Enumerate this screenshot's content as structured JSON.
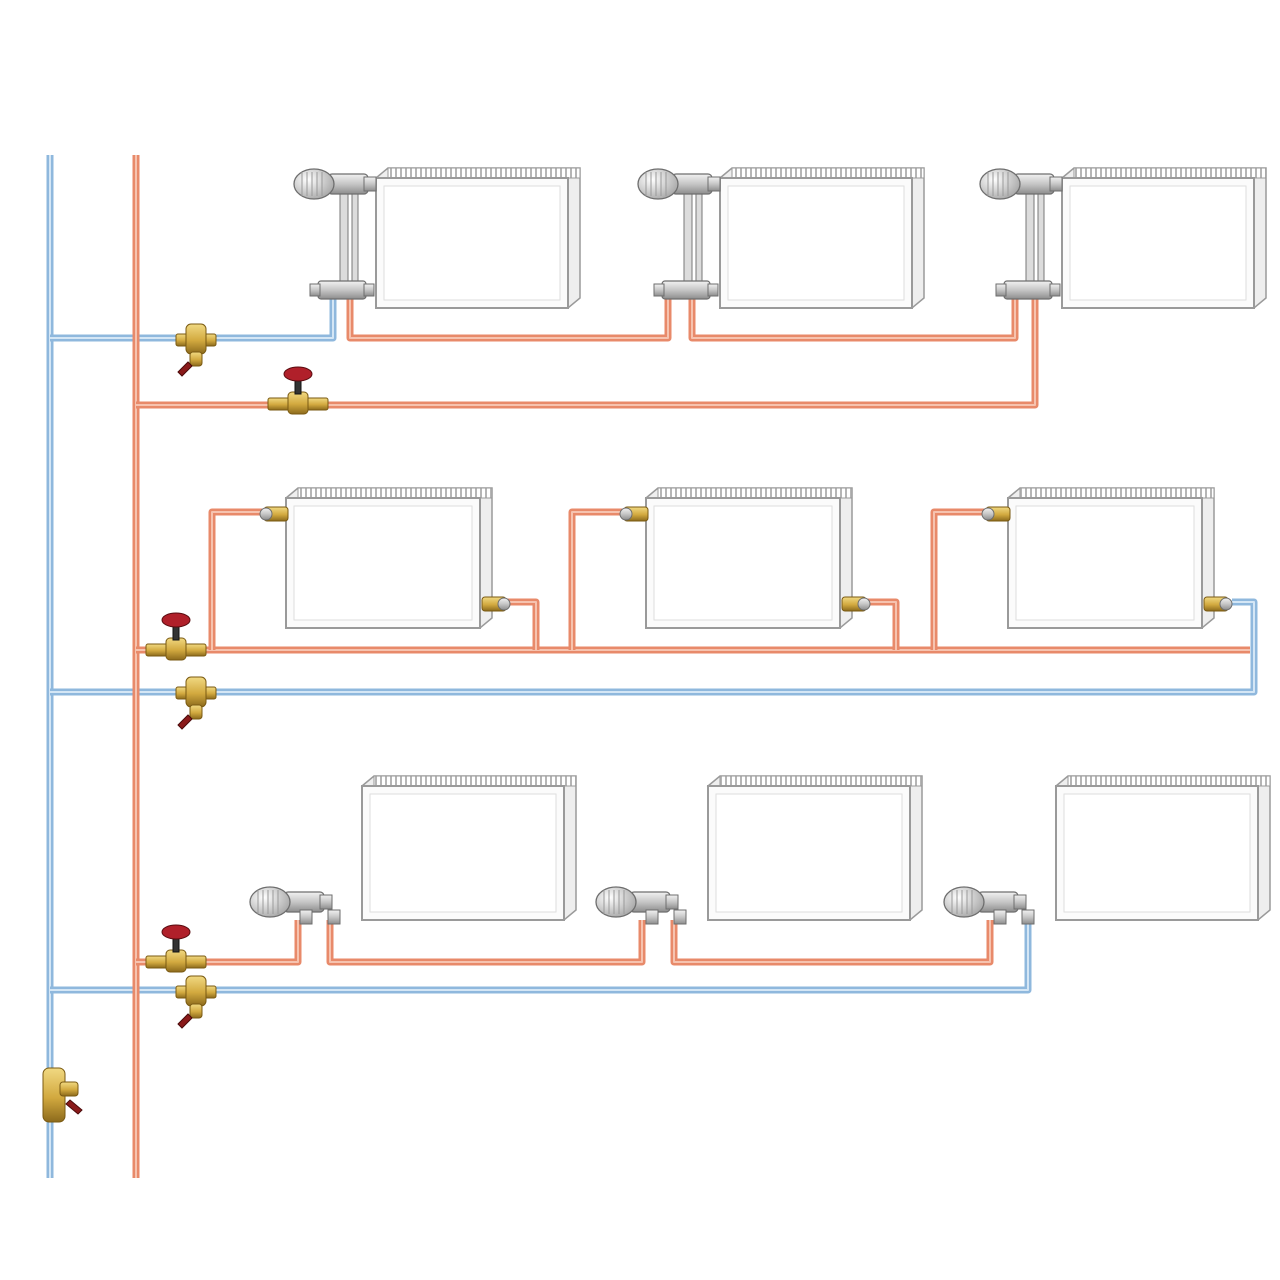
{
  "colors": {
    "supply_pipe": "#e88a6a",
    "supply_pipe_core": "#f6c3af",
    "return_pipe": "#8fb8dd",
    "return_pipe_core": "#d4e6f5",
    "radiator_fill": "#ffffff",
    "radiator_outline": "#9a9a9a",
    "radiator_top_fins": "#b5b5b5",
    "valve_brass": "#d6b14a",
    "valve_handle": "#b0202a",
    "thermostat_head": "#e8e8e8",
    "fitting_chrome": "#c8c8c8"
  },
  "icons": {
    "radiator": "panel-radiator-icon",
    "thermostatic_valve": "thermostatic-valve-icon",
    "shutoff_valve": "shutoff-valve-icon",
    "balancing_valve": "balancing-valve-icon",
    "bottom_connection_unit": "bottom-connection-unit-icon"
  },
  "diagram": {
    "rows": [
      {
        "id": "row-1",
        "connection": "bottom-connection-with-riser-valve",
        "radiators": 3
      },
      {
        "id": "row-2",
        "connection": "side-connection",
        "radiators": 3
      },
      {
        "id": "row-3",
        "connection": "bottom-connection-with-thermostatic-head",
        "radiators": 3
      }
    ]
  }
}
